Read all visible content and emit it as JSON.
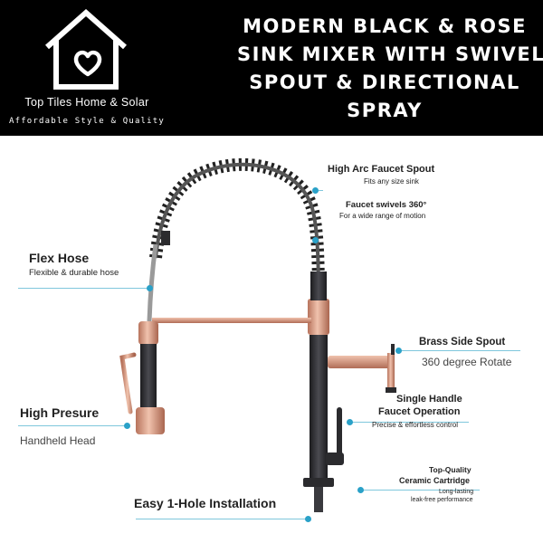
{
  "brand": {
    "name": "Top Tiles Home & Solar",
    "tagline": "Affordable Style & Quality",
    "logo_icon": "house-heart-icon"
  },
  "title_lines": [
    "MODERN BLACK & ROSE",
    "SINK MIXER WITH SWIVEL",
    "SPOUT & DIRECTIONAL",
    "SPRAY"
  ],
  "callouts": {
    "high_arc": {
      "title": "High Arc Faucet Spout",
      "sub": "Fits any size sink"
    },
    "swivel": {
      "title": "Faucet swivels 360°",
      "sub": "For a wide range of motion"
    },
    "flex_hose": {
      "title": "Flex Hose",
      "sub": "Flexible & durable hose"
    },
    "side_spout": {
      "title": "Brass Side Spout",
      "sub": "360 degree Rotate"
    },
    "single_handle": {
      "title_1": "Single Handle",
      "title_2": "Faucet Operation",
      "sub": "Precise & effortless control"
    },
    "high_pressure": {
      "title": "High Presure",
      "sub": "Handheld Head"
    },
    "cartridge": {
      "title_1": "Top-Quality",
      "title_2": "Ceramic Cartridge",
      "sub_1": "Long-lasting",
      "sub_2": "leak-free performance"
    },
    "installation": {
      "title": "Easy 1-Hole Installation"
    }
  },
  "colors": {
    "header_bg": "#000000",
    "accent": "#2aa1c8",
    "rose_gold": "#d89a82",
    "matte_black": "#2b2b2e"
  }
}
